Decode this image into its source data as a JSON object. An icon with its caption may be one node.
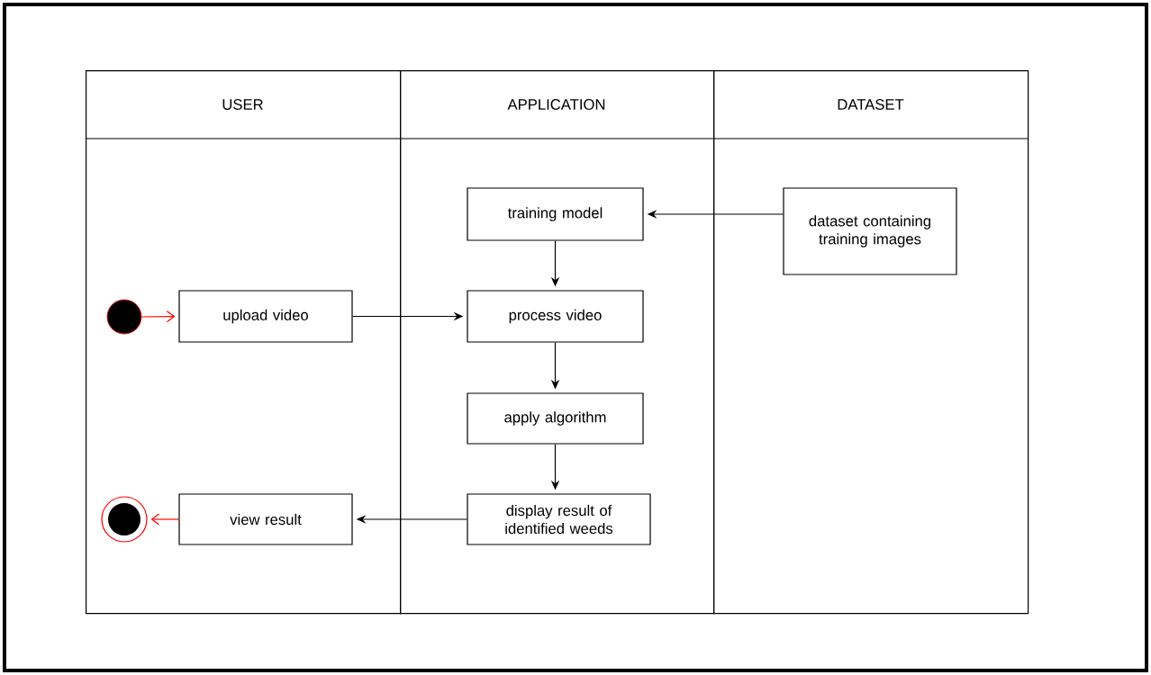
{
  "diagram": {
    "nodes": [
      {
        "text": [
          "USER"
        ]
      },
      {
        "text": [
          "APPLICATION"
        ]
      },
      {
        "text": [
          "DATASET"
        ]
      },
      {
        "text": [
          "training model"
        ],
        "in": 1
      },
      {
        "text": [
          "dataset containing training images"
        ],
        "in": 2
      },
      {
        "text": [],
        "shape": "circle",
        "in": 0
      },
      {
        "text": [
          "upload video"
        ],
        "in": 0
      },
      {
        "text": [
          "process video"
        ],
        "in": 1
      },
      {
        "text": [
          "apply algorithm"
        ],
        "in": 1
      },
      {
        "text": [],
        "shape": "circle",
        "in": 0
      },
      {
        "text": [
          "view result"
        ],
        "in": 0
      },
      {
        "text": [
          "display result of identified weeds"
        ],
        "in": 1
      }
    ],
    "edges": [
      {
        "from": 4,
        "to": 3,
        "arrow": "to"
      },
      {
        "from": 3,
        "to": 7,
        "arrow": "to"
      },
      {
        "from": 5,
        "to": 6,
        "arrow": "to",
        "color": "#ff0000"
      },
      {
        "from": 6,
        "to": 7,
        "arrow": "to"
      },
      {
        "from": 7,
        "to": 8,
        "arrow": "to"
      },
      {
        "from": 8,
        "to": 11,
        "arrow": "to"
      },
      {
        "from": 11,
        "to": 10,
        "arrow": "to"
      },
      {
        "from": 10,
        "to": 9,
        "arrow": "to",
        "color": "#ff0000"
      }
    ]
  }
}
